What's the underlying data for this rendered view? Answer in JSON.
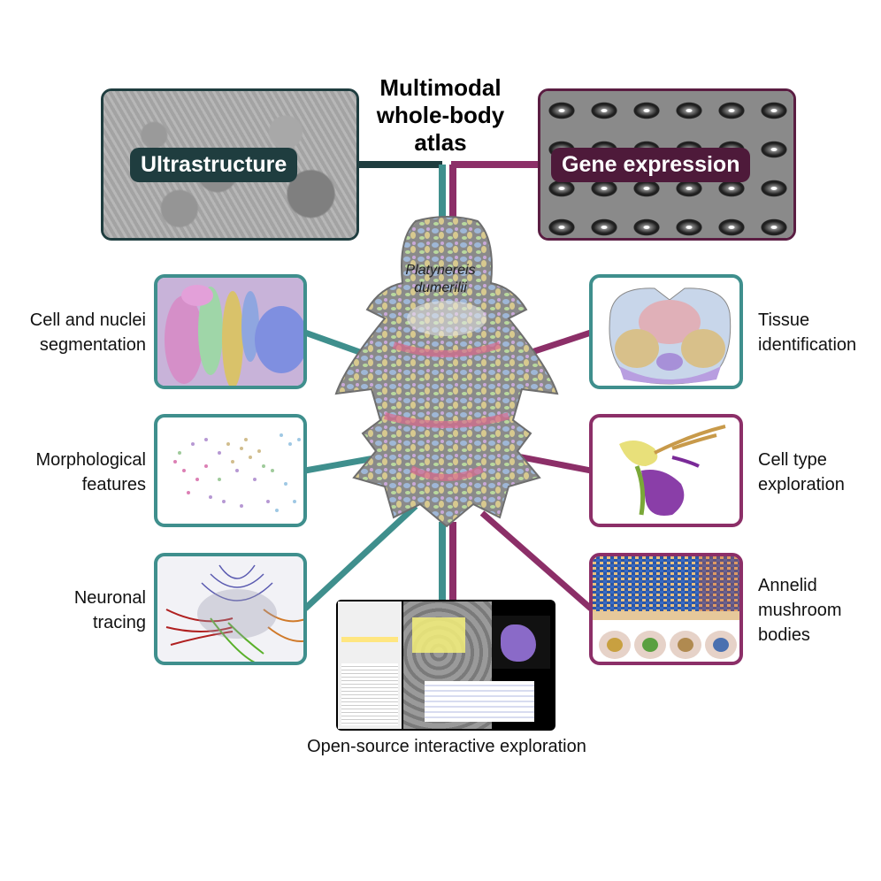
{
  "title": {
    "line1": "Multimodal",
    "line2": "whole-body",
    "line3": "atlas"
  },
  "center": {
    "species_line1": "Platynereis",
    "species_line2": "dumerilii"
  },
  "top_panels": {
    "ultrastructure": "Ultrastructure",
    "gene_expression": "Gene expression"
  },
  "left_panels": [
    {
      "line1": "Cell and nuclei",
      "line2": "segmentation"
    },
    {
      "line1": "Morphological",
      "line2": "features"
    },
    {
      "line1": "Neuronal",
      "line2": "tracing"
    }
  ],
  "right_panels": [
    {
      "line1": "Tissue",
      "line2": "identification",
      "line3": ""
    },
    {
      "line1": "Cell type",
      "line2": "exploration",
      "line3": ""
    },
    {
      "line1": "Annelid",
      "line2": "mushroom",
      "line3": "bodies"
    }
  ],
  "bottom": {
    "label": "Open-source interactive exploration"
  },
  "colors": {
    "teal": "#3f8f8d",
    "plum": "#8c2f68",
    "dark_teal": "#1f3d3f",
    "dark_plum": "#5a1d42"
  }
}
